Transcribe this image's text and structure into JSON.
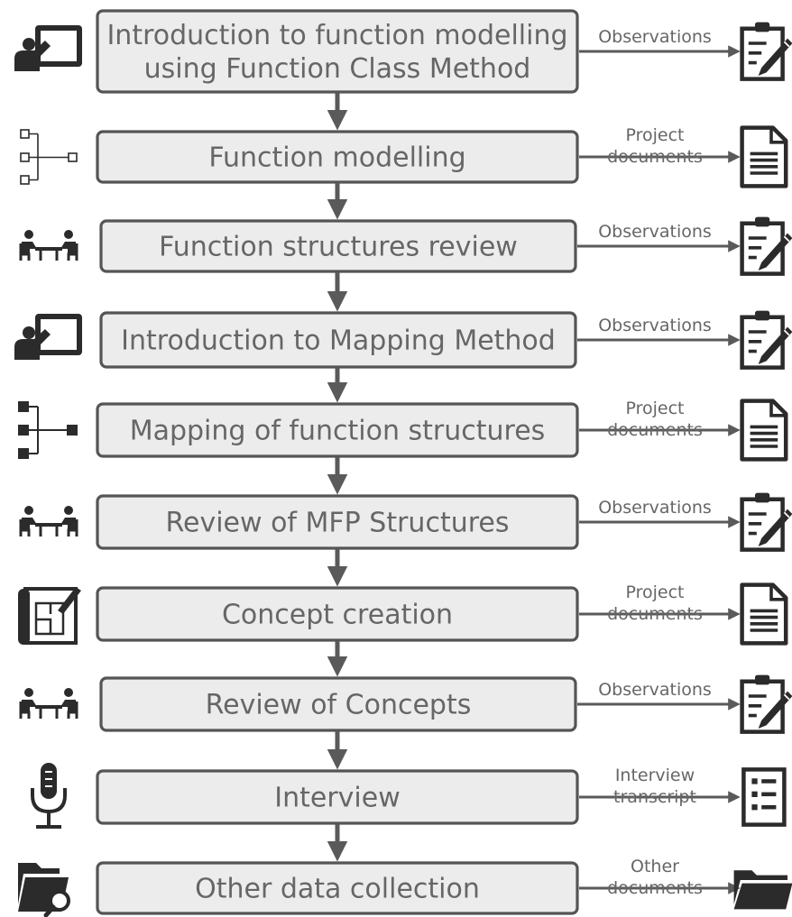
{
  "colors": {
    "box_fill": "#ececec",
    "box_stroke": "#555555",
    "arrow": "#5a5a5a",
    "text": "#666666",
    "icon": "#2b2b2b"
  },
  "steps": [
    {
      "lines": [
        "Introduction to function modelling",
        "using Function Class Method"
      ],
      "left_icon": "presentation-icon",
      "output_lines": [
        "Observations"
      ],
      "output_icon": "clipboard-pen-icon"
    },
    {
      "lines": [
        "Function modelling"
      ],
      "left_icon": "function-tree-outline-icon",
      "output_lines": [
        "Project",
        "documents"
      ],
      "output_icon": "document-icon"
    },
    {
      "lines": [
        "Function structures review"
      ],
      "left_icon": "meeting-icon",
      "output_lines": [
        "Observations"
      ],
      "output_icon": "clipboard-pen-icon"
    },
    {
      "lines": [
        "Introduction to Mapping Method"
      ],
      "left_icon": "presentation-icon",
      "output_lines": [
        "Observations"
      ],
      "output_icon": "clipboard-pen-icon"
    },
    {
      "lines": [
        "Mapping of function structures"
      ],
      "left_icon": "function-tree-filled-icon",
      "output_lines": [
        "Project",
        "documents"
      ],
      "output_icon": "document-icon"
    },
    {
      "lines": [
        "Review of MFP Structures"
      ],
      "left_icon": "meeting-icon",
      "output_lines": [
        "Observations"
      ],
      "output_icon": "clipboard-pen-icon"
    },
    {
      "lines": [
        "Concept creation"
      ],
      "left_icon": "blueprint-icon",
      "output_lines": [
        "Project",
        "documents"
      ],
      "output_icon": "document-icon"
    },
    {
      "lines": [
        "Review of Concepts"
      ],
      "left_icon": "meeting-icon",
      "output_lines": [
        "Observations"
      ],
      "output_icon": "clipboard-pen-icon"
    },
    {
      "lines": [
        "Interview"
      ],
      "left_icon": "microphone-icon",
      "output_lines": [
        "Interview",
        "transcript"
      ],
      "output_icon": "checklist-icon"
    },
    {
      "lines": [
        "Other data collection"
      ],
      "left_icon": "folder-search-icon",
      "output_lines": [
        "Other",
        "documents"
      ],
      "output_icon": "folder-icon"
    }
  ]
}
